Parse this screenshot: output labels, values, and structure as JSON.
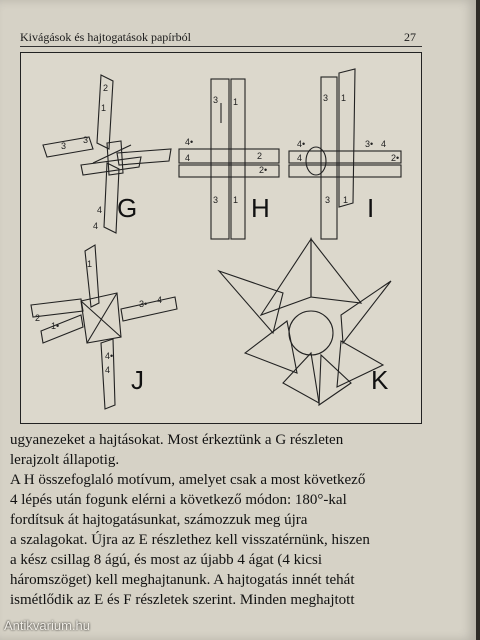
{
  "header": {
    "title": "Kivágások és hajtogatások papírból",
    "page_number": "27"
  },
  "figure": {
    "labels": {
      "g": "G",
      "h": "H",
      "i": "I",
      "j": "J",
      "k": "K"
    }
  },
  "body": {
    "lines": [
      "ugyanezeket a hajtásokat. Most érkeztünk a G részleten",
      "lerajzolt állapotig.",
      "A H összefoglaló motívum, amelyet csak a most következő",
      "4 lépés után fogunk elérni a következő módon: 180°-kal",
      "fordítsuk át hajtogatásunkat, számozzuk meg újra",
      "a szalagokat. Újra az E részlethez kell visszatérnünk, hiszen",
      "a kész csillag 8 ágú, és most az újabb 4 ágat (4 kicsi",
      "háromszöget) kell meghajtanunk. A hajtogatás innét tehát",
      "ismétlődik az E és F részletek szerint. Minden meghajtott"
    ]
  },
  "watermark": "Antikvarium.hu"
}
